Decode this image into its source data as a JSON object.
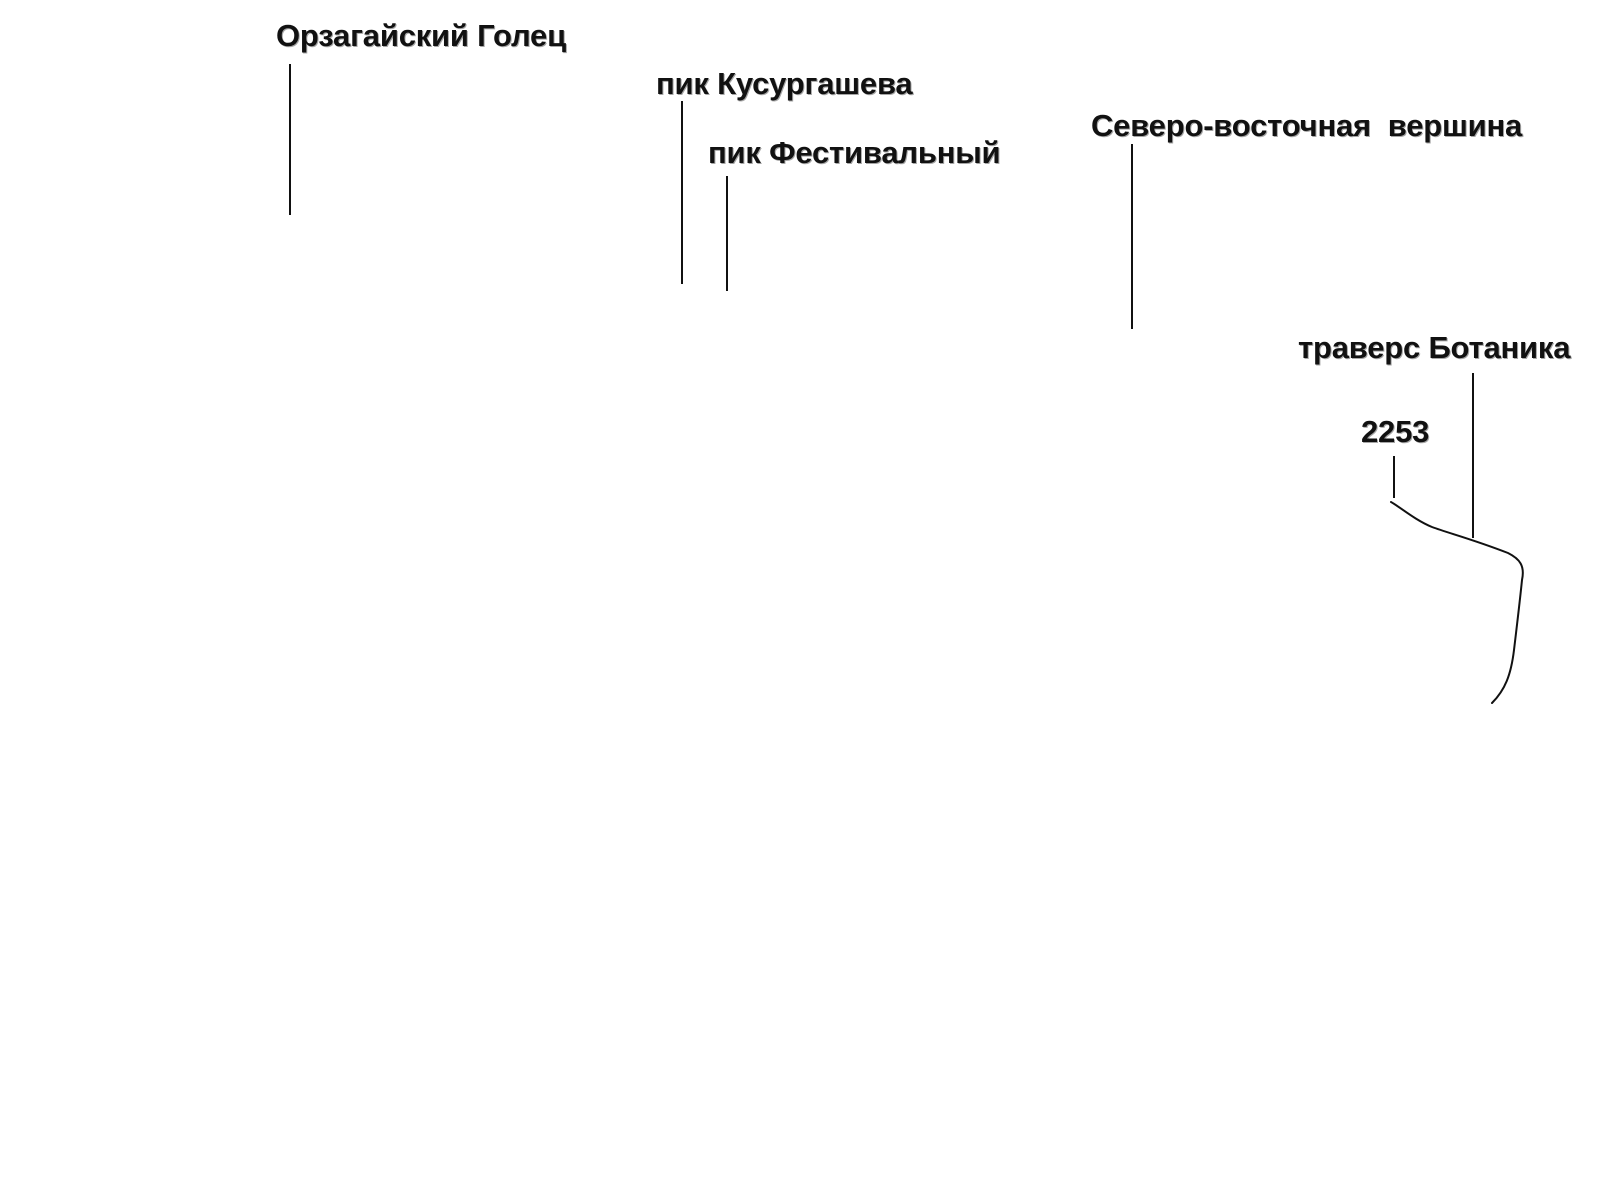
{
  "labels": {
    "orzagaisky": "Орзагайский Голец",
    "kusurgasheva": "пик Кусургашева",
    "festivalny": "пик Фестивальный",
    "ne_summit": "Северо-восточная  вершина",
    "botanik": "траверс Ботаника",
    "height_2253": "2253"
  },
  "colors": {
    "background": "#ffffff",
    "text": "#111111",
    "line": "#111111"
  }
}
